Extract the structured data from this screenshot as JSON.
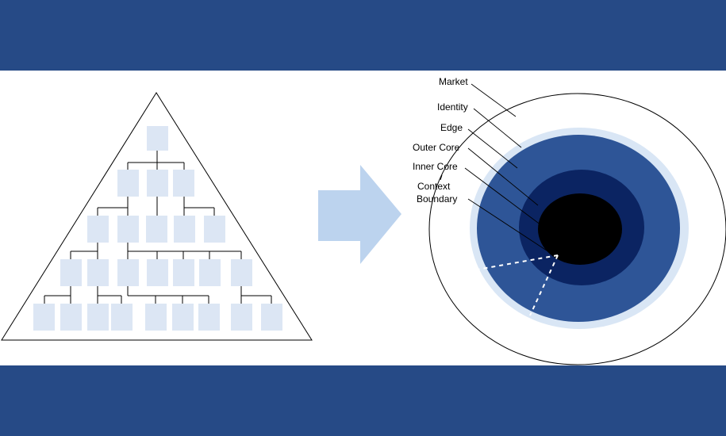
{
  "colors": {
    "band": "#264A86",
    "box": "#DCE6F4",
    "arrow": "#BCD3EE",
    "ring_light": "#D9E6F5",
    "ring_mid": "#2E5597",
    "ring_dark": "#0B2462",
    "ring_core": "#000000",
    "outline": "#000000"
  },
  "labels": {
    "market": "Market",
    "identity": "Identity",
    "edge": "Edge",
    "outer_core": "Outer Core",
    "inner_core": "Inner Core",
    "context_line1": "Context",
    "context_line2": "Boundary"
  }
}
